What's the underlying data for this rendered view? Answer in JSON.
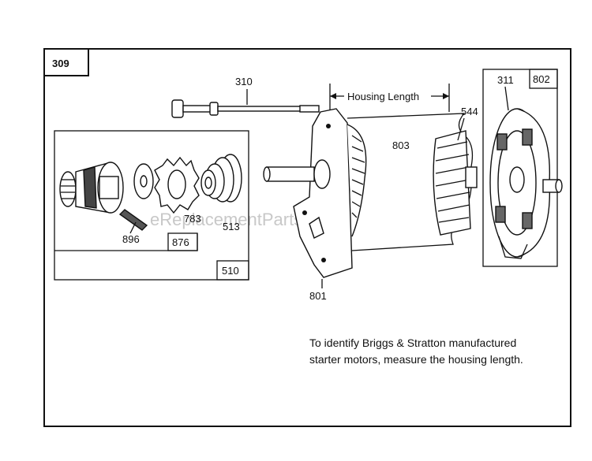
{
  "diagram": {
    "figure_number": "309",
    "watermark": "eReplacementParts.com",
    "note_line1": "To identify Briggs & Stratton manufactured",
    "note_line2": "starter motors, measure the housing length.",
    "dimension_label": "Housing Length",
    "callouts": {
      "p310": "310",
      "p544": "544",
      "p803": "803",
      "p311": "311",
      "p802": "802",
      "p783": "783",
      "p896": "896",
      "p876": "876",
      "p513": "513",
      "p510": "510",
      "p801": "801"
    }
  }
}
